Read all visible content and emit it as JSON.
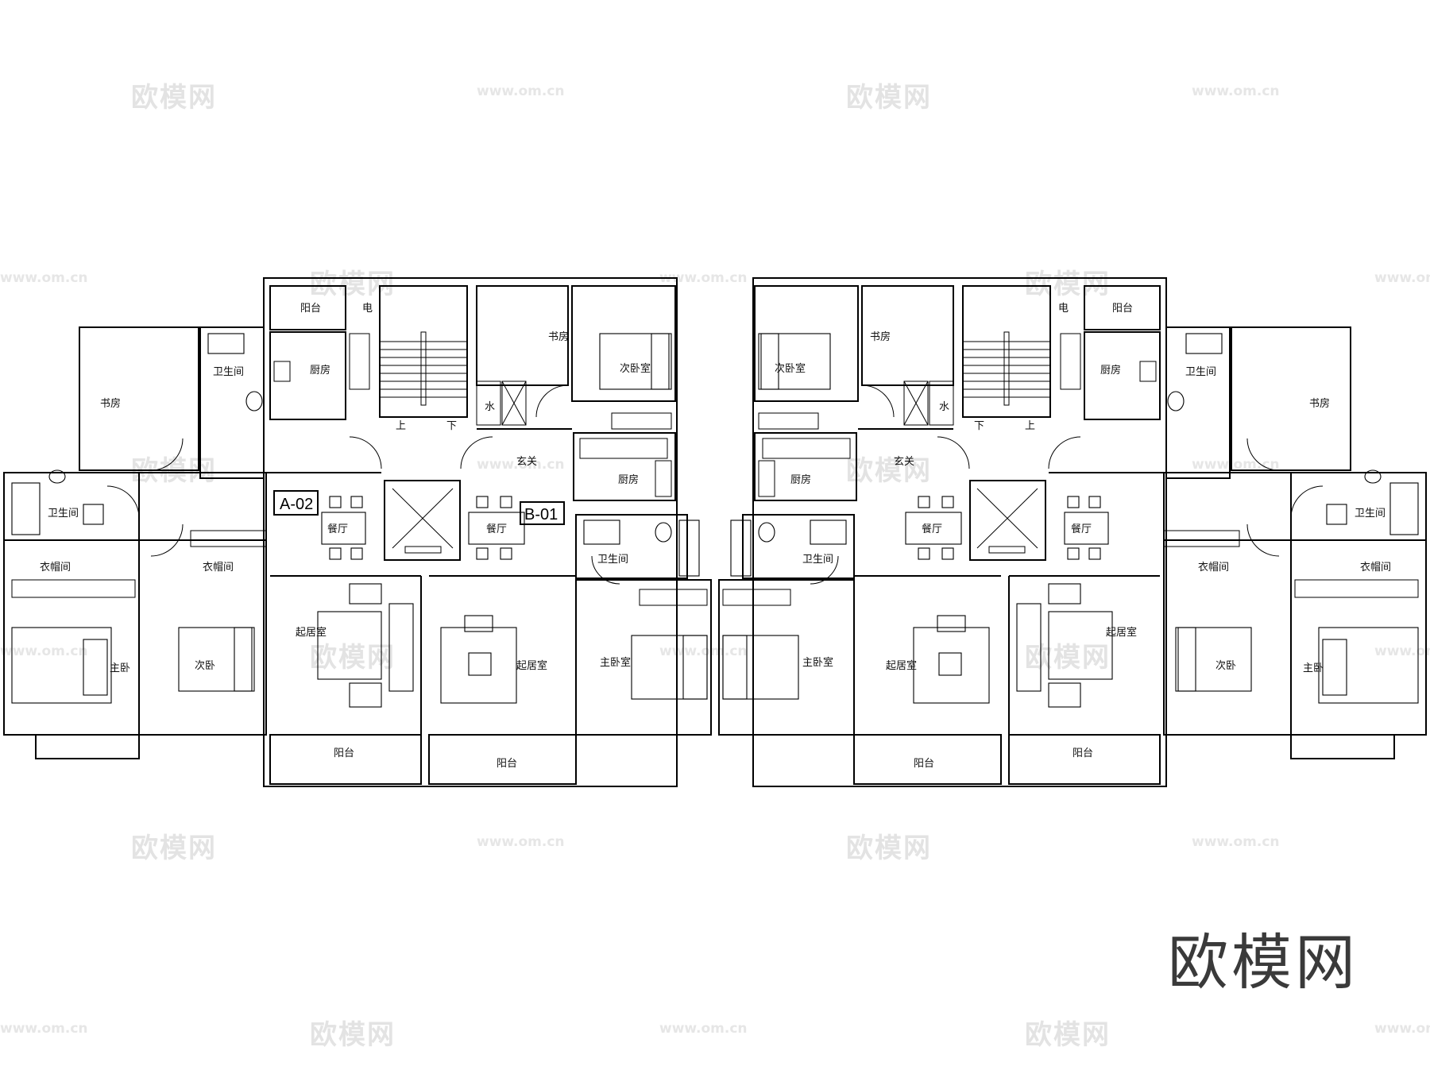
{
  "watermarks": {
    "brand_cn": "欧模网",
    "url": "www.om.cn"
  },
  "brand_logo": "欧模网",
  "unit_tags": [
    "A-02",
    "B-01"
  ],
  "rooms": {
    "balcony": "阳台",
    "kitchen": "厨房",
    "bathroom": "卫生间",
    "study": "书房",
    "second_bedroom_room": "次卧室",
    "second_bedroom": "次卧",
    "master": "主卧",
    "master_bedroom": "主卧室",
    "cloakroom": "衣帽间",
    "dining": "餐厅",
    "living": "起居室",
    "foyer": "玄关",
    "water": "水",
    "electric": "电",
    "up": "上",
    "down": "下"
  },
  "colors": {
    "line": "#000000",
    "watermark": "#e3e3e3",
    "background": "#ffffff"
  }
}
